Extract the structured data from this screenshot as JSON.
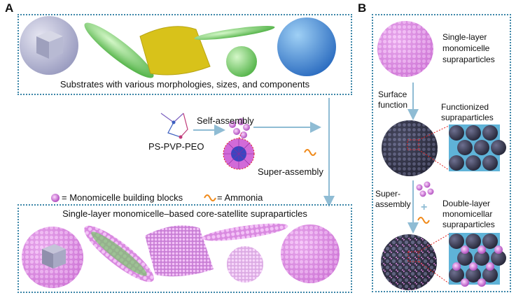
{
  "panel_a": {
    "letter": "A",
    "substrates_caption": "Substrates with various morphologies, sizes, and components",
    "copolymer_label": "PS-PVP-PEO",
    "self_assembly_label": "Self-assembly",
    "super_assembly_label": "Super-assembly",
    "legend_monomicelle": "= Monomicelle building blocks",
    "legend_ammonia": "= Ammonia",
    "supraparticles_caption": "Single-layer monomicelle–based core-satellite supraparticles"
  },
  "panel_b": {
    "letter": "B",
    "single_layer_label": [
      "Single-layer",
      "monomicelle",
      "supraparticles"
    ],
    "surface_function_label": [
      "Surface",
      "function"
    ],
    "functionized_label": [
      "Functionized",
      "supraparticles"
    ],
    "super_assembly_label": [
      "Super-",
      "assembly"
    ],
    "double_layer_label": [
      "Double-layer",
      "monomicellar",
      "supraparticles"
    ]
  },
  "colors": {
    "box_border": "#3c86a8",
    "arrow": "#8fbcd4",
    "micelle": "#e07fe0",
    "ammonia": "#f08a1a",
    "substrate_green": "#8ed87a",
    "substrate_yellow": "#d8c21a",
    "substrate_blue": "#4f8fd6",
    "substrate_gray": "#b7b9d6"
  }
}
